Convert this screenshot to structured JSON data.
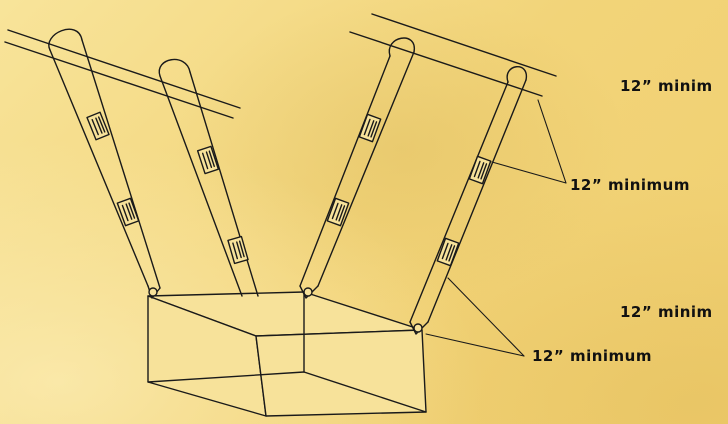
{
  "labels": {
    "top_right": "12” minim",
    "middle_right": "12” minimum",
    "lower_right": "12” minim",
    "bottom": "12” minimum"
  },
  "colors": {
    "background": "#f5dc82",
    "line": "#1a1a1a",
    "box_fill": "#f7e29a"
  }
}
